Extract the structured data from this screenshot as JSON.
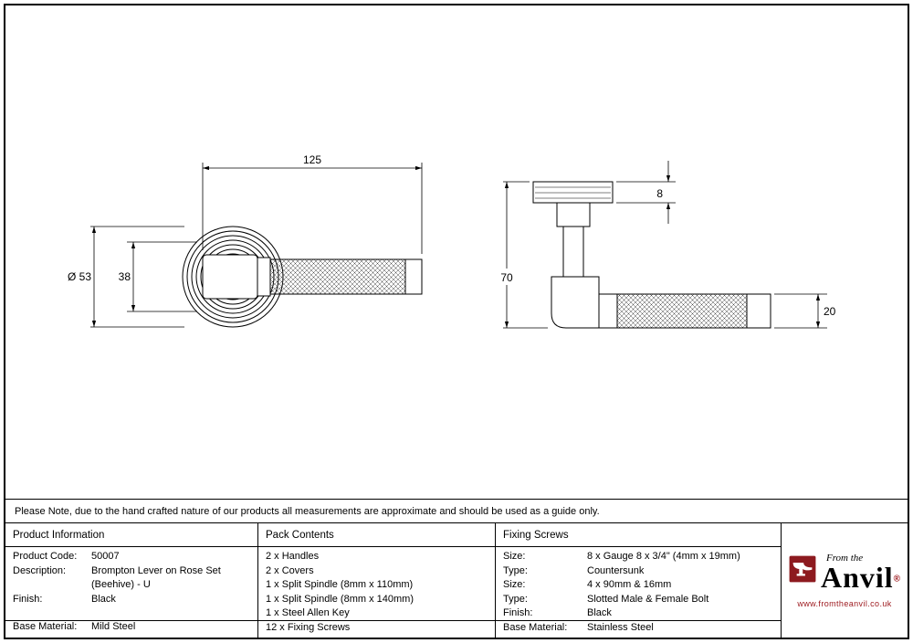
{
  "note": "Please Note, due to the hand crafted nature of our products all measurements are approximate and should be used as a guide only.",
  "drawing": {
    "front_view": {
      "dim_length": "125",
      "dim_rose_diameter": "Ø 53",
      "dim_inner": "38"
    },
    "side_view": {
      "dim_rose_thickness": "8",
      "dim_height": "70",
      "dim_grip_diameter": "20"
    }
  },
  "table": {
    "product_information": {
      "header": "Product Information",
      "rows": [
        {
          "label": "Product Code:",
          "value": "50007"
        },
        {
          "label": "Description:",
          "value": "Brompton Lever on Rose Set"
        },
        {
          "label": "",
          "value": "(Beehive) - U"
        },
        {
          "label": "Finish:",
          "value": "Black"
        },
        {
          "label": "Base Material:",
          "value": "Mild Steel"
        }
      ]
    },
    "pack_contents": {
      "header": "Pack Contents",
      "items": [
        "2 x Handles",
        "2 x Covers",
        "1 x Split Spindle (8mm x 110mm)",
        "1 x Split Spindle (8mm x 140mm)",
        "1 x Steel Allen Key",
        "12 x Fixing Screws"
      ]
    },
    "fixing_screws": {
      "header": "Fixing Screws",
      "rows": [
        {
          "label": "Size:",
          "value": "8 x Gauge 8 x 3/4\" (4mm x 19mm)"
        },
        {
          "label": "Type:",
          "value": "Countersunk"
        },
        {
          "label": "Size:",
          "value": "4 x 90mm & 16mm"
        },
        {
          "label": "Type:",
          "value": "Slotted Male & Female Bolt"
        },
        {
          "label": "Finish:",
          "value": "Black"
        },
        {
          "label": "Base Material:",
          "value": "Stainless Steel"
        }
      ]
    }
  },
  "logo": {
    "tagline": "From the",
    "name": "Anvil",
    "registered": "®",
    "website": "www.fromtheanvil.co.uk",
    "accent_color": "#8d1a1f"
  }
}
